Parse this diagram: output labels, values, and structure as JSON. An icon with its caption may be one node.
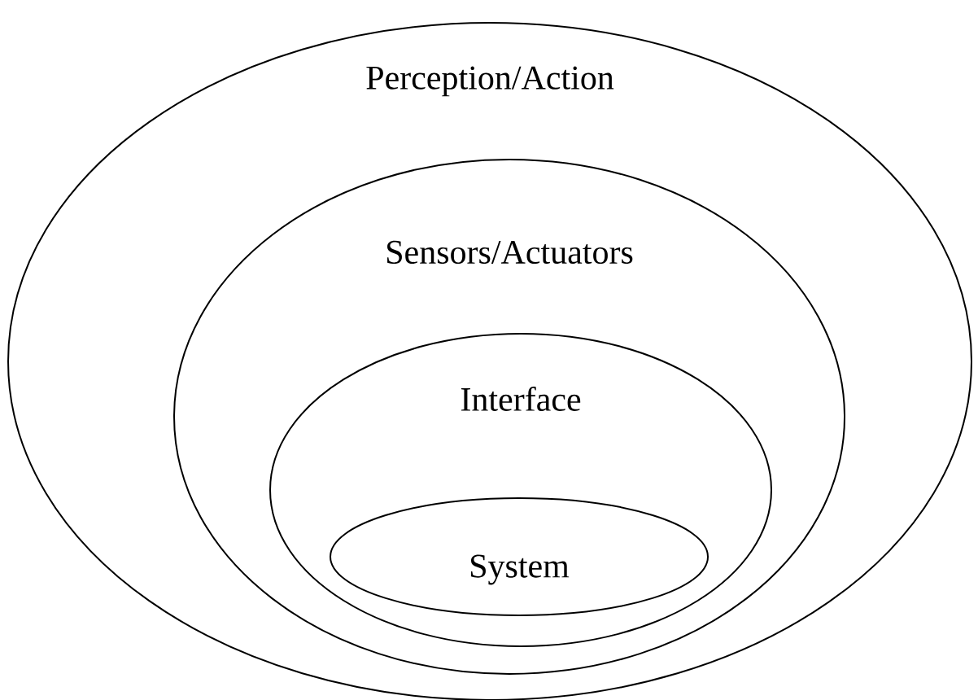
{
  "diagram": {
    "nodes": [
      {
        "text": [
          "Perception/Action"
        ]
      },
      {
        "text": [
          "Sensors/Actuators"
        ],
        "in": 0
      },
      {
        "text": [
          "Interface"
        ],
        "in": 1
      },
      {
        "text": [
          "System"
        ],
        "in": 2
      }
    ]
  }
}
